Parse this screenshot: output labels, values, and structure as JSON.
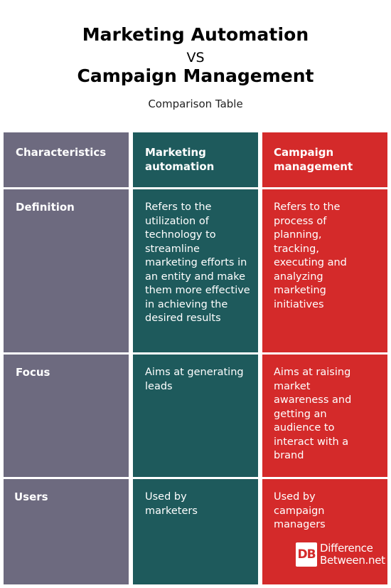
{
  "title": {
    "line1": "Marketing Automation",
    "vs": "VS",
    "line2": "Campaign Management",
    "subtitle": "Comparison Table"
  },
  "table": {
    "headers": [
      "Characteristics",
      "Marketing automation",
      "Campaign management"
    ],
    "rows": [
      {
        "label": "Definition",
        "automation": "Refers to the utilization of technology to streamline marketing efforts in an entity and make them more effective in achieving the desired results",
        "campaign": "Refers to the process of planning, tracking, executing and analyzing marketing initiatives"
      },
      {
        "label": "Focus",
        "automation": "Aims at generating leads",
        "campaign": "Aims at raising market awareness and getting an audience to interact with a brand"
      },
      {
        "label": "Users",
        "automation": "Used by marketers",
        "campaign": "Used by campaign managers"
      }
    ]
  },
  "logo": {
    "mark": "DB",
    "line1": "Difference",
    "line2": "Between.net"
  },
  "colors": {
    "characteristics": "#6d6a7f",
    "automation": "#1e5a5c",
    "campaign": "#d42a2a"
  }
}
